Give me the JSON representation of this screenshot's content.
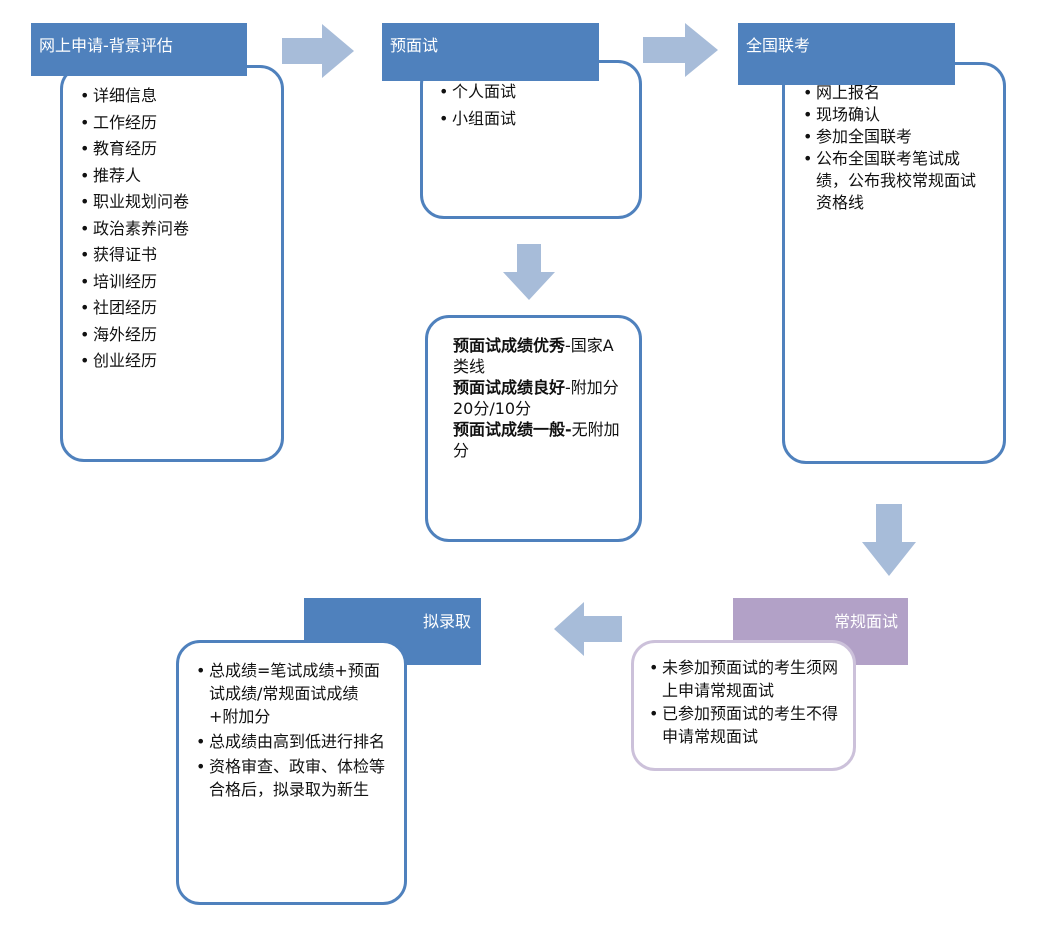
{
  "colors": {
    "accent_blue": "#4f81bd",
    "arrow_blue": "#a7bcd9",
    "purple_header": "#b2a1c7",
    "purple_border": "#ccc1da"
  },
  "step1": {
    "title": "网上申请-背景评估",
    "items": [
      "详细信息",
      "工作经历",
      "教育经历",
      "推荐人",
      "职业规划问卷",
      "政治素养问卷",
      "获得证书",
      "培训经历",
      "社团经历",
      "海外经历",
      "创业经历"
    ]
  },
  "step2": {
    "title": "预面试",
    "items": [
      "个人面试",
      "小组面试"
    ]
  },
  "step3": {
    "title": "全国联考",
    "items": [
      "网上报名",
      "现场确认",
      "参加全国联考",
      "公布全国联考笔试成绩，公布我校常规面试资格线"
    ]
  },
  "result": {
    "lines": [
      {
        "bold": "预面试成绩优秀",
        "text": "-国家A类线"
      },
      {
        "bold": "预面试成绩良好",
        "text": "-附加分20分/10分"
      },
      {
        "bold": "预面试成绩一般-",
        "text": "无附加分"
      }
    ]
  },
  "step4": {
    "title": "常规面试",
    "items": [
      "未参加预面试的考生须网上申请常规面试",
      "已参加预面试的考生不得申请常规面试"
    ]
  },
  "step5": {
    "title": "拟录取",
    "items": [
      "总成绩=笔试成绩+预面试成绩/常规面试成绩+附加分",
      "总成绩由高到低进行排名",
      "资格审查、政审、体检等合格后，拟录取为新生"
    ]
  }
}
